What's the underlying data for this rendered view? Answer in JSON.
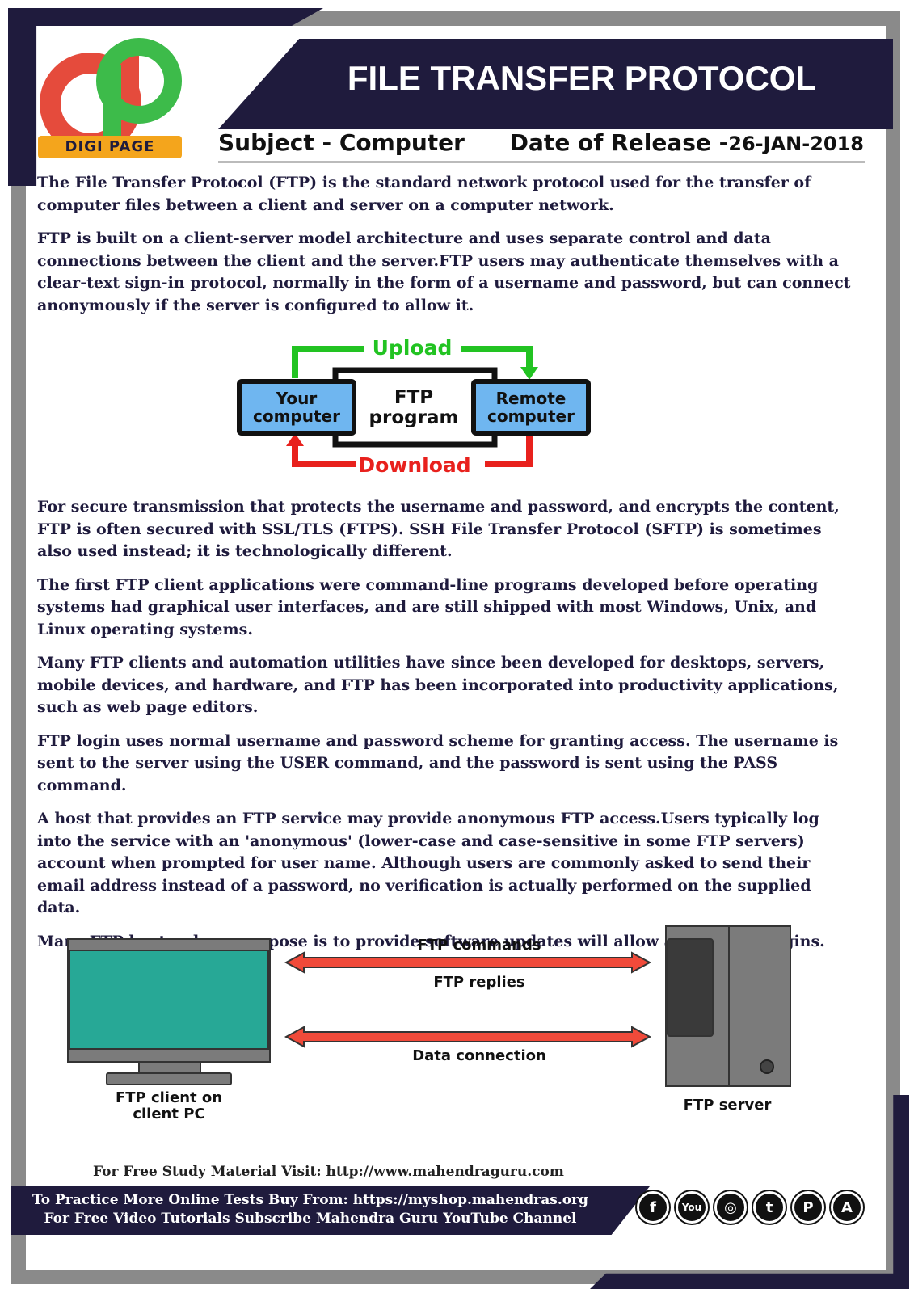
{
  "header": {
    "logo_badge": "DIGI PAGE",
    "title": "FILE TRANSFER PROTOCOL",
    "subject": "Subject - Computer",
    "release_label": "Date of Release -",
    "release_date": "26-JAN-2018"
  },
  "paragraphs": {
    "p1": "The File Transfer Protocol (FTP) is the standard network protocol used for the transfer of computer files between a client and server on a computer network.",
    "p2": "FTP is built on a client-server model architecture and uses separate control and data connections between the client and the server.FTP users may authenticate themselves with a clear-text sign-in protocol, normally in the form of a username and password, but can connect anonymously if the server is configured to allow it.",
    "p3": "For secure transmission that protects the username and password, and encrypts the content, FTP is often secured with SSL/TLS (FTPS). SSH File Transfer Protocol (SFTP) is sometimes also used instead; it is technologically different.",
    "p4": "The first FTP client applications were command-line programs developed before operating systems had graphical user interfaces, and are still shipped with most Windows, Unix, and Linux operating systems.",
    "p5": " Many FTP clients and automation utilities have since been developed for desktops, servers, mobile devices, and hardware, and FTP has been incorporated into productivity applications, such as web page editors.",
    "p6": "FTP login uses normal username and password scheme for granting access. The username is sent to the server using the USER command, and the password is sent using the PASS command.",
    "p7": "A host that provides an FTP service may provide anonymous FTP access.Users typically log into the service with an 'anonymous' (lower-case and case-sensitive in some FTP servers) account when prompted for user name. Although users are commonly asked to send their email address instead of a password, no verification is actually performed on the supplied data.",
    "p8": "Many FTP hosts whose purpose is to provide software updates will allow anonymous logins."
  },
  "diagram1": {
    "upload": "Upload",
    "download": "Download",
    "your_line1": "Your",
    "your_line2": "computer",
    "ftp_line1": "FTP",
    "ftp_line2": "program",
    "remote_line1": "Remote",
    "remote_line2": "computer",
    "colors": {
      "upload": "#22c322",
      "download": "#e8211d",
      "box": "#6fb6f0"
    }
  },
  "diagram2": {
    "commands": "FTP commands",
    "replies": "FTP  replies",
    "data": "Data connection",
    "client_line1": "FTP client on",
    "client_line2": "client PC",
    "server": "FTP server",
    "colors": {
      "arrow": "#f04a3a",
      "screen": "#27a896",
      "case": "#7b7b7b"
    }
  },
  "footer": {
    "visit": "For Free Study Material Visit: http://www.mahendraguru.com",
    "line1": "To Practice More Online Tests Buy From: https://myshop.mahendras.org",
    "line2": "For Free Video Tutorials Subscribe Mahendra Guru YouTube Channel",
    "icons": [
      "facebook-icon",
      "youtube-icon",
      "instagram-icon",
      "twitter-icon",
      "pinterest-icon",
      "android-icon"
    ],
    "icon_glyphs": [
      "f",
      "You",
      "◎",
      "t",
      "P",
      "A"
    ]
  }
}
